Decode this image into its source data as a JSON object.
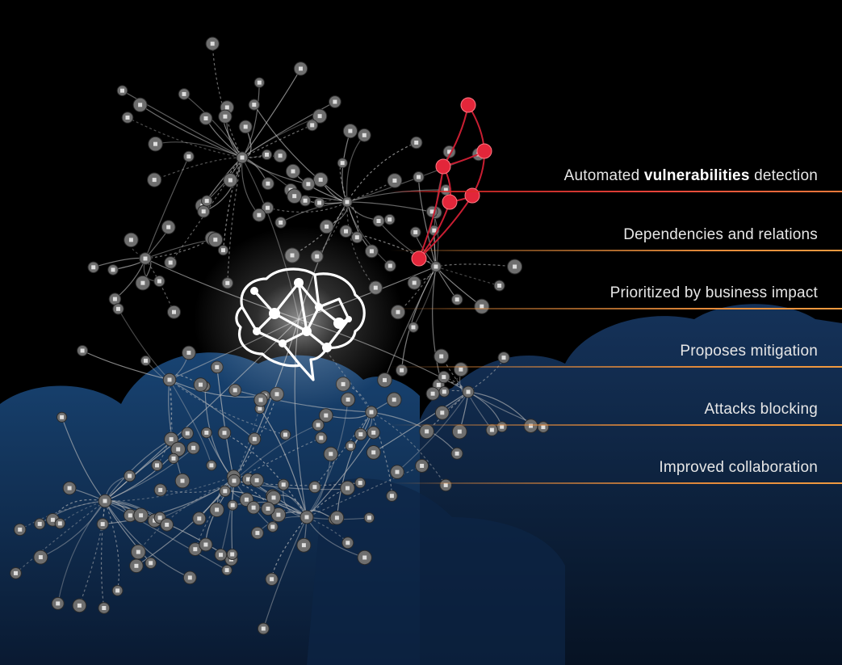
{
  "features": [
    {
      "pre": "Automated ",
      "bold": "vulnerabilities",
      "post": " detection",
      "highlight": true
    },
    {
      "pre": "Dependencies and relations",
      "bold": "",
      "post": "",
      "highlight": false
    },
    {
      "pre": "Prioritized by business impact",
      "bold": "",
      "post": "",
      "highlight": false
    },
    {
      "pre": "Proposes mitigation",
      "bold": "",
      "post": "",
      "highlight": false
    },
    {
      "pre": "Attacks blocking",
      "bold": "",
      "post": "",
      "highlight": false
    },
    {
      "pre": "Improved collaboration",
      "bold": "",
      "post": "",
      "highlight": false
    }
  ],
  "colors": {
    "background": "#000000",
    "cloud": "#10305a",
    "node": "#8a8a8a",
    "edge": "#bdbdbd",
    "alert": "#e3263a",
    "accent_line": "#e48a3a",
    "brain": "#ffffff"
  },
  "icons": [
    "brain-icon",
    "network-node-icon",
    "vulnerability-node-icon"
  ]
}
